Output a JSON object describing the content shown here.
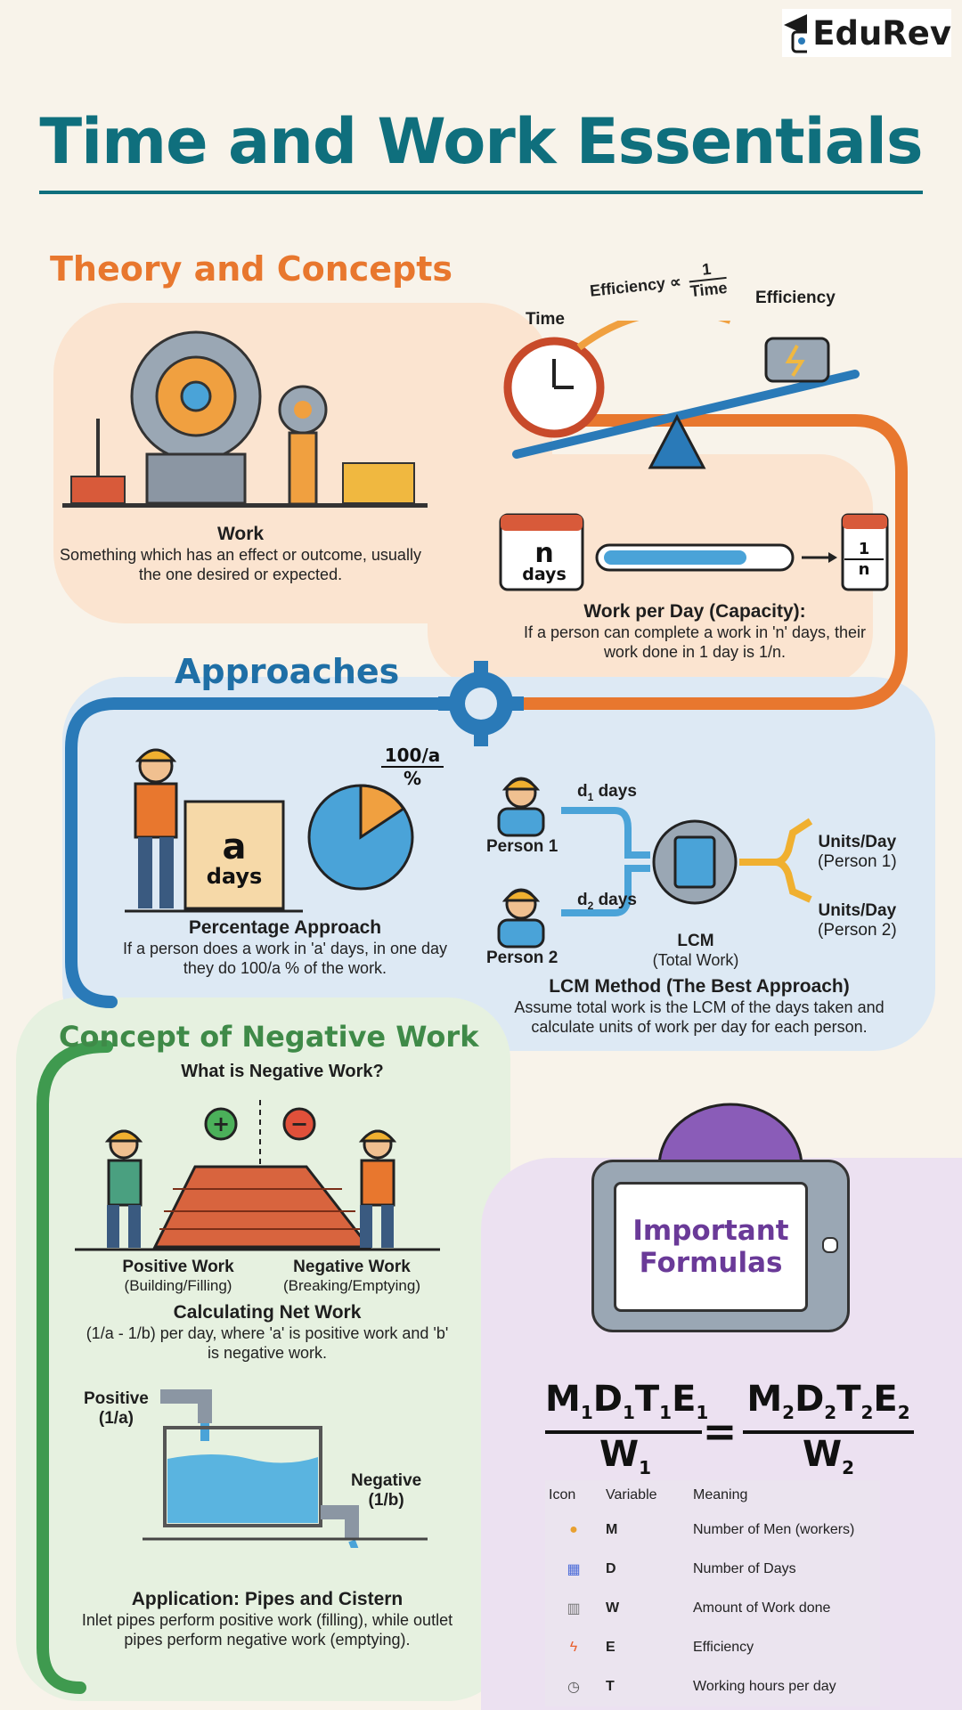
{
  "brand": {
    "name": "EduRev"
  },
  "title": "Time and Work Essentials",
  "sections": {
    "theory": {
      "heading": "Theory and Concepts",
      "work": {
        "title": "Work",
        "desc": "Something which has an effect or outcome, usually the one desired or expected."
      },
      "efficiency": {
        "formula_prefix": "Efficiency ∝",
        "formula_num": "1",
        "formula_den": "Time",
        "time_label": "Time",
        "eff_label": "Efficiency"
      },
      "capacity": {
        "cal_n": "n",
        "cal_days": "days",
        "cal_frac_num": "1",
        "cal_frac_den": "n",
        "title": "Work per Day (Capacity):",
        "desc": "If a person can complete a work in 'n' days, their work done in 1 day is 1/n."
      }
    },
    "approaches": {
      "heading": "Approaches",
      "percentage": {
        "box_a": "a",
        "box_days": "days",
        "pie_label_top": "100/a",
        "pie_label_bottom": "%",
        "title": "Percentage Approach",
        "desc": "If a person does a work in 'a' days, in one day they do 100/a % of the work."
      },
      "lcm": {
        "d1": "d",
        "d1_sub": "1",
        "d1_suffix": " days",
        "d2": "d",
        "d2_sub": "2",
        "d2_suffix": " days",
        "person1": "Person 1",
        "person2": "Person 2",
        "lcm_label": "LCM",
        "lcm_sub": "(Total Work)",
        "units1": "Units/Day",
        "units1_sub": "(Person 1)",
        "units2": "Units/Day",
        "units2_sub": "(Person 2)",
        "title": "LCM Method (The Best Approach)",
        "desc": "Assume total work is the LCM of the days taken and calculate units of work per day for each person."
      }
    },
    "negative": {
      "heading": "Concept of Negative Work",
      "subheading": "What is Negative Work?",
      "positive_label": "Positive Work",
      "positive_sub": "(Building/Filling)",
      "negative_label": "Negative Work",
      "negative_sub": "(Breaking/Emptying)",
      "net_title": "Calculating Net Work",
      "net_desc": "(1/a - 1/b) per day, where 'a' is positive work and 'b' is negative work.",
      "pipe_pos": "Positive",
      "pipe_pos_sub": "(1/a)",
      "pipe_neg": "Negative",
      "pipe_neg_sub": "(1/b)",
      "app_title": "Application: Pipes and Cistern",
      "app_desc": "Inlet pipes perform positive work (filling), while outlet pipes perform negative work (emptying)."
    },
    "formulas": {
      "screen_line1": "Important",
      "screen_line2": "Formulas",
      "table_headers": [
        "Icon",
        "Variable",
        "Meaning"
      ],
      "table_rows": [
        {
          "icon": "worker-icon",
          "variable": "M",
          "meaning": "Number of Men (workers)"
        },
        {
          "icon": "calendar-icon",
          "variable": "D",
          "meaning": "Number of Days"
        },
        {
          "icon": "bank-icon",
          "variable": "W",
          "meaning": "Amount of Work done"
        },
        {
          "icon": "lightning-icon",
          "variable": "E",
          "meaning": "Efficiency"
        },
        {
          "icon": "clock-icon",
          "variable": "T",
          "meaning": "Working hours per day"
        }
      ]
    }
  },
  "colors": {
    "teal": "#0f6f7d",
    "orange": "#e8772e",
    "blue": "#2a7ab8",
    "green": "#3f9a4f",
    "purple": "#7e57a8"
  }
}
